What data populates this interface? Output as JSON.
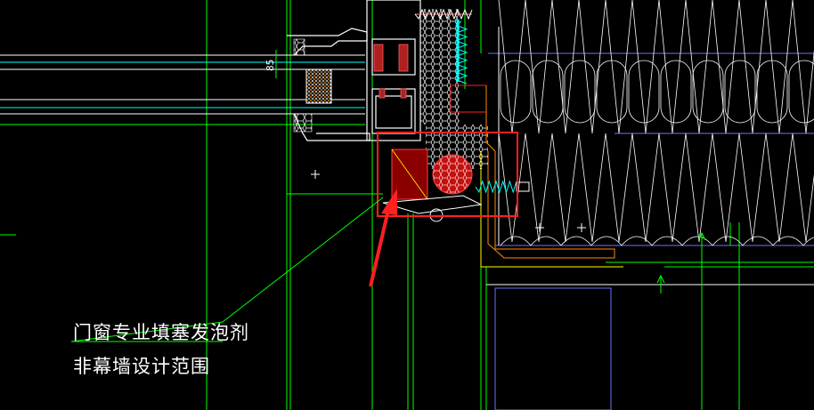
{
  "drawing": {
    "background": "#000000",
    "colors": {
      "frame": "#ffffff",
      "outline": "#00ff00",
      "cyan": "#00ffff",
      "blue": "#6f6fff",
      "red": "#ff2020",
      "orange": "#ff8a00",
      "yellow": "#ffff00",
      "wood": "#9a5a3a"
    }
  },
  "annotations": {
    "line1": "门窗专业填塞发泡剂",
    "line2": "非幕墙设计范围"
  },
  "dimension": {
    "value": "85"
  },
  "highlight": {
    "box_color": "#ff2020",
    "arrow_color": "#ff2020"
  },
  "icons": {
    "crosshair": "crosshair-icon",
    "screw": "screw-icon",
    "arrow": "pointer-arrow-icon"
  }
}
